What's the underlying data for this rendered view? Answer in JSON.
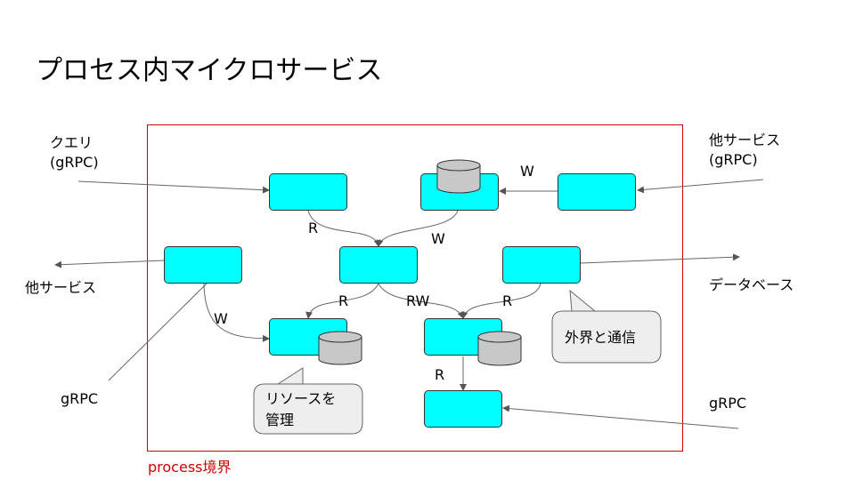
{
  "title": "プロセス内マイクロサービス",
  "labels": {
    "query": "クエリ\n(gRPC)",
    "other_service_in": "他サービス\n(gRPC)",
    "other_service_out": "他サービス",
    "database": "データベース",
    "grpc_left": "gRPC",
    "grpc_right": "gRPC"
  },
  "boundary_label": "process境界",
  "edges": {
    "w_top": "W",
    "r_top": "R",
    "w_mid": "W",
    "w_left": "W",
    "r_left": "R",
    "rw_center": "RW",
    "r_right": "R",
    "r_bottom": "R"
  },
  "callouts": {
    "external": "外界と通信",
    "resource": "リソースを\n管理"
  },
  "colors": {
    "service_fill": "#00ffff",
    "boundary": "#cc0000",
    "db_fill": "#c8c8c8",
    "callout_fill": "#eeeeee"
  }
}
